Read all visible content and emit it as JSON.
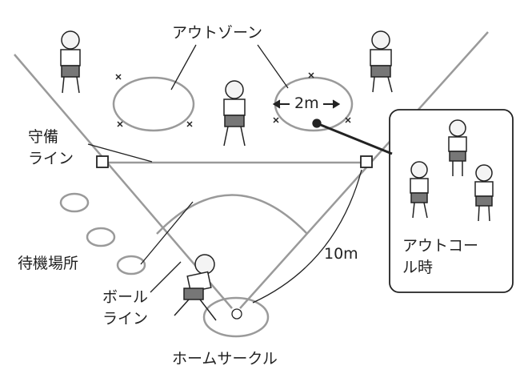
{
  "labels": {
    "out_zone": "アウトゾーン",
    "two_m": "2m",
    "defense_line_1": "守備",
    "defense_line_2": "ライン",
    "waiting_area": "待機場所",
    "ball_line_1": "ボール",
    "ball_line_2": "ライン",
    "home_circle": "ホームサークル",
    "ten_m": "10m",
    "out_call_1": "アウトコー",
    "out_call_2": "ル時"
  }
}
